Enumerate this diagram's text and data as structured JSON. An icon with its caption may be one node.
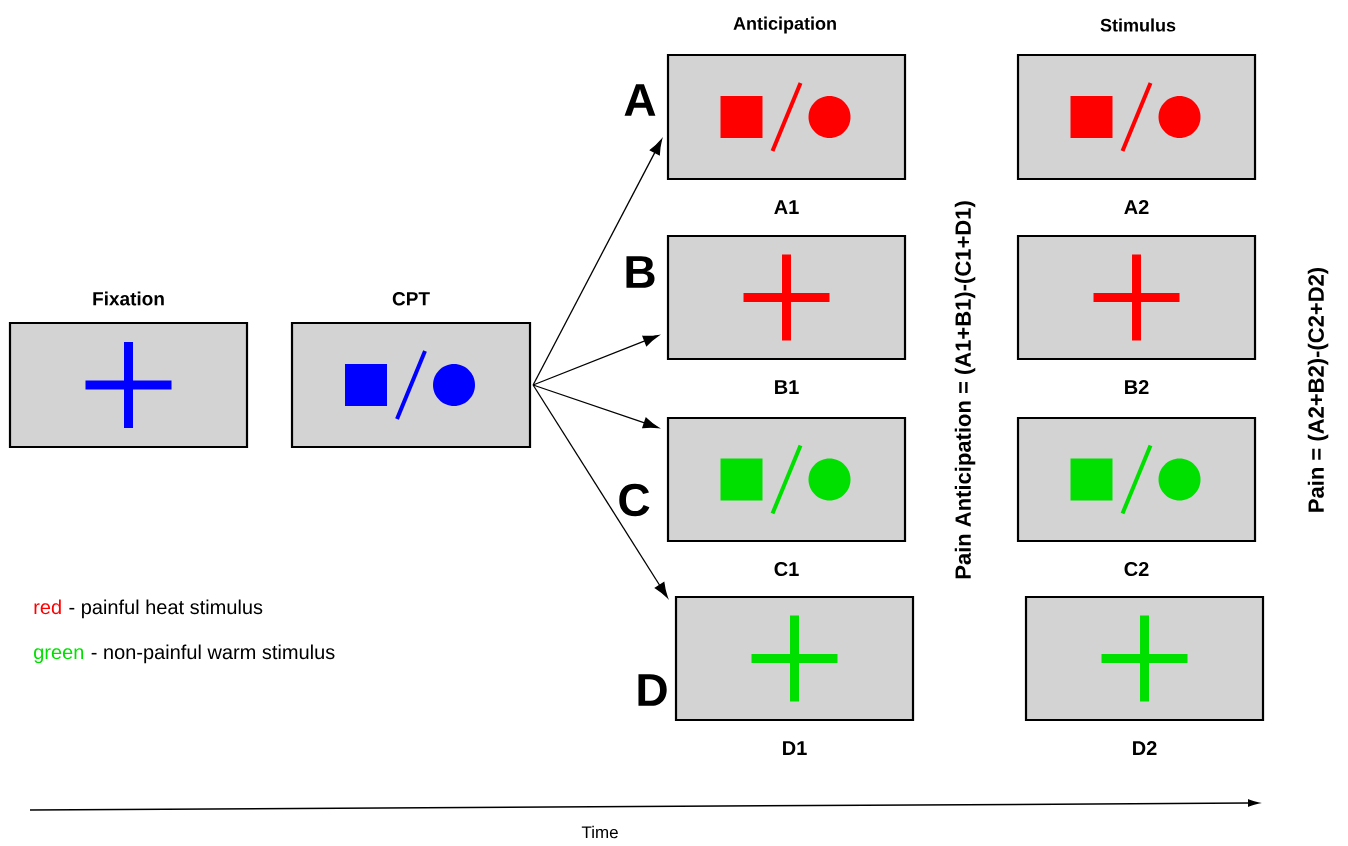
{
  "diagram": {
    "nodes": [
      {
        "text": [
          "Fixation"
        ]
      },
      {
        "text": [
          "CPT"
        ]
      },
      {
        "text": [],
        "shape": "box",
        "beside": [
          "A",
          "A1"
        ]
      },
      {
        "text": [],
        "shape": "box",
        "beside": [
          "B",
          "B1"
        ]
      },
      {
        "text": [],
        "shape": "box",
        "beside": [
          "C",
          "C1"
        ]
      },
      {
        "text": [],
        "shape": "box",
        "beside": [
          "D",
          "D1"
        ]
      },
      {
        "text": [],
        "shape": "box",
        "beside": [
          "A2"
        ]
      },
      {
        "text": [],
        "shape": "box",
        "beside": [
          "B2"
        ]
      },
      {
        "text": [],
        "shape": "box",
        "beside": [
          "C2"
        ]
      },
      {
        "text": [],
        "shape": "box",
        "beside": [
          "D2"
        ]
      }
    ],
    "edges": [
      {
        "from": 1,
        "to": 2,
        "arrow": "to"
      },
      {
        "from": 1,
        "to": 3,
        "arrow": "to"
      },
      {
        "from": 1,
        "to": 4,
        "arrow": "to"
      },
      {
        "from": 1,
        "to": 5,
        "arrow": "to"
      }
    ],
    "labels": [
      "Anticipation",
      "Stimulus",
      "Pain Anticipation = (A1+B1)-(C1+D1)",
      "Pain = (A2+B2)-(C2+D2)",
      "red",
      "green",
      "Time"
    ],
    "legend": [
      {
        "text": "- painful heat stimulus",
        "color": "#ff0000"
      },
      {
        "text": "- non-painful warm stimulus",
        "color": "#00e000"
      }
    ]
  }
}
